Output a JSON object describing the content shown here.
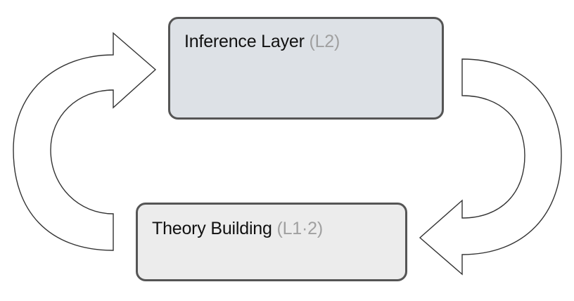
{
  "nodes": {
    "inference": {
      "title": "Inference Layer",
      "level": "(L2)",
      "fill": "#dde1e6"
    },
    "theory": {
      "title": "Theory Building",
      "level": "(L1·2)",
      "fill": "#ececec"
    }
  },
  "colors": {
    "border": "#555555",
    "level_text": "#a0a0a0",
    "arrow_stroke": "#333333",
    "arrow_fill": "#ffffff"
  },
  "arrows": [
    {
      "from": "theory",
      "to": "inference",
      "shape": "curved-hollow-arrow"
    },
    {
      "from": "inference",
      "to": "theory",
      "shape": "curved-hollow-arrow"
    }
  ]
}
